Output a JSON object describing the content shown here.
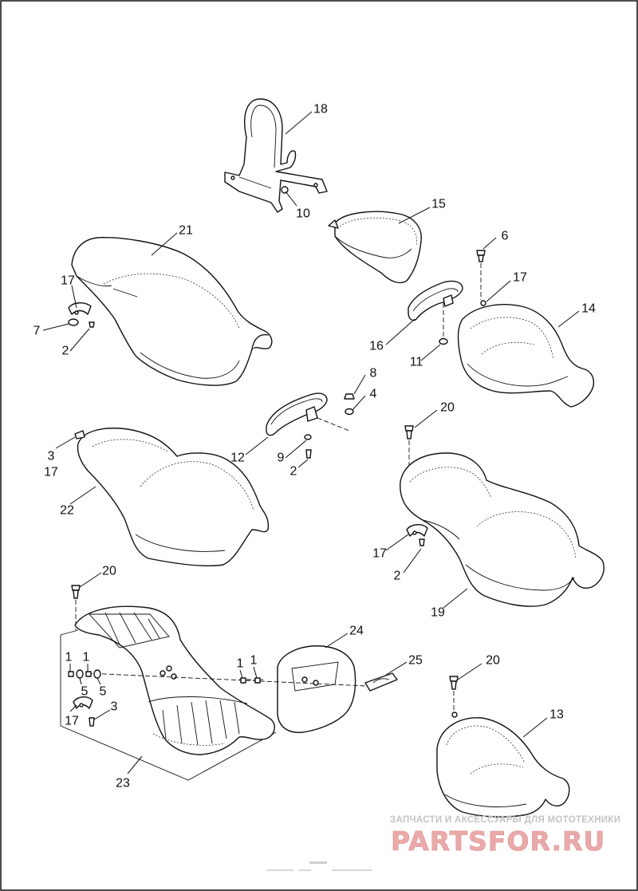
{
  "diagram": {
    "labels": {
      "l18": "18",
      "l10": "10",
      "l15": "15",
      "l21": "21",
      "l6": "6",
      "l17a": "17",
      "l17b": "17",
      "l14": "14",
      "l7": "7",
      "l2a": "2",
      "l16": "16",
      "l11": "11",
      "l8": "8",
      "l4": "4",
      "l20a": "20",
      "l3a": "3",
      "l17c": "17",
      "l12": "12",
      "l9": "9",
      "l2b": "2",
      "l22": "22",
      "l17d": "17",
      "l2c": "2",
      "l19": "19",
      "l20b": "20",
      "l24": "24",
      "l25": "25",
      "l1a": "1",
      "l1b": "1",
      "l1c": "1",
      "l1d": "1",
      "l5a": "5",
      "l5b": "5",
      "l3b": "3",
      "l17e": "17",
      "l20c": "20",
      "l13": "13",
      "l23": "23"
    }
  },
  "watermark": {
    "tagline": "ЗАПЧАСТИ И АКСЕССУАРЫ ДЛЯ МОТОТЕХНИКИ",
    "brand": "PARTSFOR.RU"
  }
}
